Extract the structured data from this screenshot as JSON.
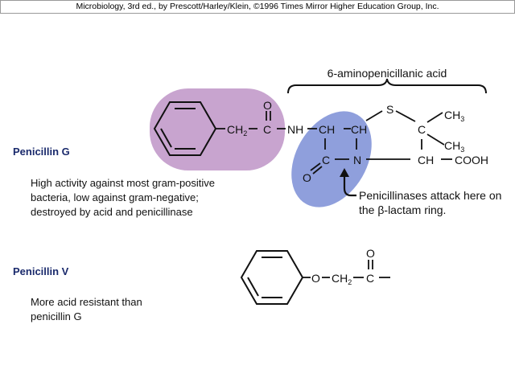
{
  "header": {
    "credit": "Microbiology, 3rd ed., by Prescott/Harley/Klein, ©1996 Times Mirror Higher Education Group, Inc."
  },
  "penicillin_g": {
    "name": "Penicillin G",
    "description": [
      "High activity against most gram-positive",
      "bacteria, low against gram-negative;",
      "destroyed by acid and penicillinase"
    ]
  },
  "penicillin_v": {
    "name": "Penicillin V",
    "description": [
      "More acid resistant than",
      "penicillin G"
    ]
  },
  "structure_g": {
    "brace_label": "6-aminopenicillanic acid",
    "atoms": {
      "ch2": "CH",
      "ch2_sub": "2",
      "c_carbonyl": "C",
      "o_carbonyl": "O",
      "nh": "NH",
      "ch_a": "CH",
      "ch_b": "CH",
      "s": "S",
      "c_quat": "C",
      "ch3_a": "CH",
      "ch3_a_sub": "3",
      "ch3_b": "CH",
      "ch3_b_sub": "3",
      "c_lactam": "C",
      "n_lactam": "N",
      "o_lactam": "O",
      "ch_c": "CH",
      "cooh": "COOH"
    },
    "annotation": [
      "Penicillinases attack here on",
      "the β-lactam ring."
    ],
    "colors": {
      "side_chain_highlight": "#c8a4cf",
      "lactam_highlight": "#8f9fdc"
    }
  },
  "structure_v": {
    "atoms": {
      "o_ether": "O",
      "ch2": "CH",
      "ch2_sub": "2",
      "c_carbonyl": "C",
      "o_carbonyl": "O"
    }
  }
}
